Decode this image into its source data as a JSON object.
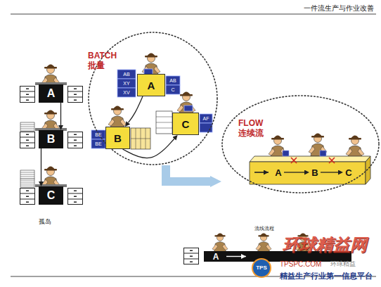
{
  "diagram": {
    "title": "一件流生产与作业改善",
    "nodes": [
      {
        "text": [
          "A"
        ]
      },
      {
        "text": [
          "B"
        ]
      },
      {
        "text": [
          "C"
        ]
      },
      {
        "text": [
          "BATCH 批量"
        ]
      },
      {
        "text": [
          "A"
        ],
        "in": 3
      },
      {
        "text": [
          "B"
        ],
        "in": 3
      },
      {
        "text": [
          "C"
        ],
        "in": 3
      },
      {
        "text": [
          "FLOW 连续流"
        ]
      },
      {
        "text": [
          "A"
        ],
        "in": 7
      },
      {
        "text": [
          "B"
        ],
        "in": 7
      },
      {
        "text": [
          "C"
        ],
        "in": 7
      },
      {
        "text": [
          "A"
        ]
      }
    ],
    "edges": [
      {
        "from": 0,
        "to": 1,
        "arrow": "to"
      },
      {
        "from": 1,
        "to": 2,
        "arrow": "to"
      },
      {
        "from": 4,
        "to": 5,
        "arrow": "to"
      },
      {
        "from": 5,
        "to": 6,
        "arrow": "to"
      },
      {
        "from": 3,
        "to": 7,
        "arrow": "to"
      },
      {
        "from": 8,
        "to": 9,
        "arrow": "to"
      },
      {
        "from": 9,
        "to": 10,
        "arrow": "to"
      }
    ],
    "labels": [
      "AB",
      "XY",
      "XV",
      "AB",
      "C",
      "BE",
      "BE",
      "AF",
      "孤岛",
      "流线流程",
      "环球精益网",
      "TPS",
      "TPSPC.COM",
      "环球精益",
      "精益生产行业第一信息平台"
    ]
  }
}
